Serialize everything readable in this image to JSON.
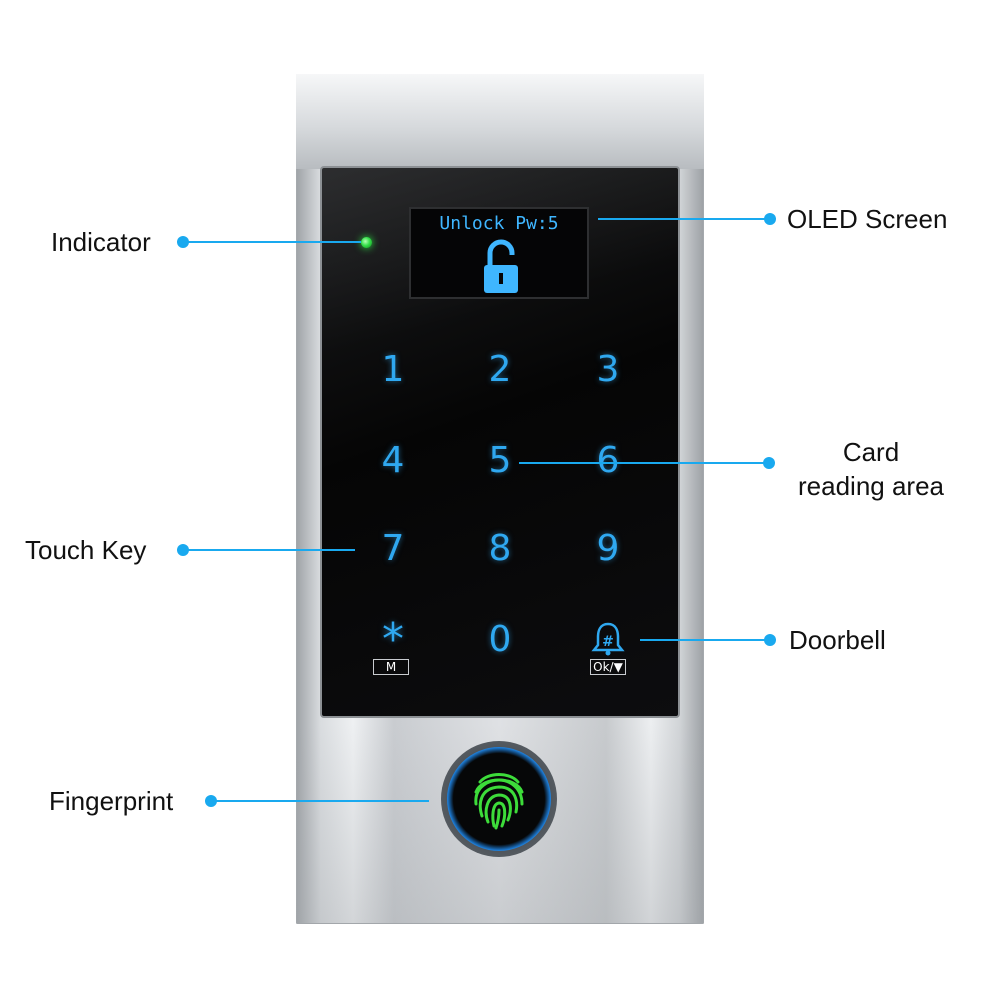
{
  "screen": {
    "oled_text": "Unlock Pw:5",
    "lock_icon": "unlocked-padlock-icon"
  },
  "keypad": {
    "keys": [
      "1",
      "2",
      "3",
      "4",
      "5",
      "6",
      "7",
      "8",
      "9",
      "*",
      "0",
      "#"
    ],
    "star_sub": "M",
    "hash_sub": "Ok/▼",
    "hash_icon": "bell-icon"
  },
  "fingerprint": {
    "icon": "fingerprint-icon"
  },
  "callouts": {
    "indicator": "Indicator",
    "oled_screen": "OLED Screen",
    "card_reading_line1": "Card",
    "card_reading_line2": "reading area",
    "touch_key": "Touch Key",
    "doorbell": "Doorbell",
    "fingerprint": "Fingerprint"
  },
  "colors": {
    "accent": "#19a9ef",
    "key_glow": "#2fa8f0",
    "indicator_led": "#35e04a",
    "fingerprint": "#3ddc3a"
  }
}
